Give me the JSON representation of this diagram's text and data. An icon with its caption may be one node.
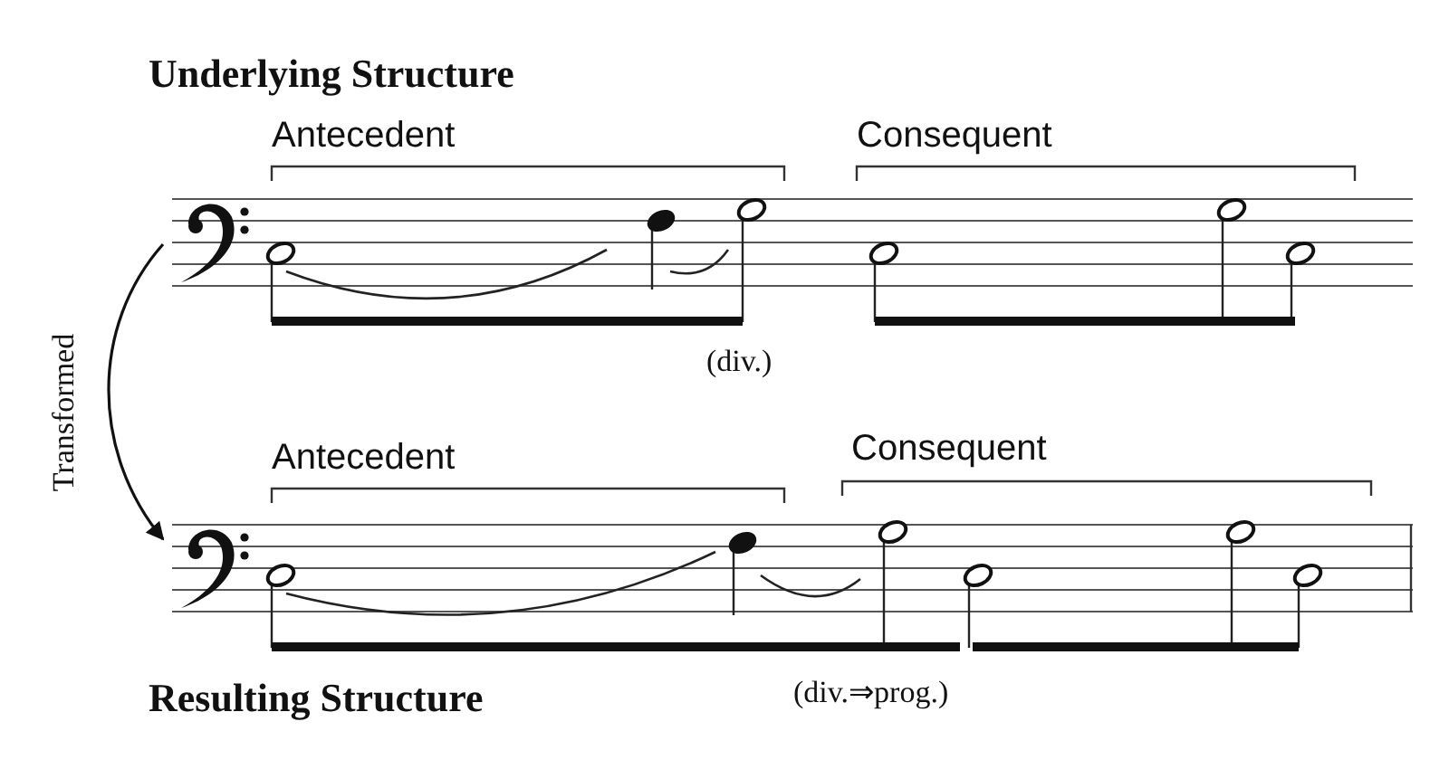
{
  "diagram": {
    "nodes": [
      {
        "text": [],
        "shape": "picture"
      },
      {
        "text": [],
        "shape": "picture"
      }
    ],
    "edges": [
      {
        "from": 0,
        "to": 1,
        "arrow": "to",
        "label": "Transformed"
      }
    ],
    "labels": [
      "Underlying Structure",
      "Antecedent",
      "Consequent",
      "(div.)",
      "Antecedent",
      "Consequent",
      "(div.⇒prog.)",
      "Resulting Structure"
    ]
  }
}
